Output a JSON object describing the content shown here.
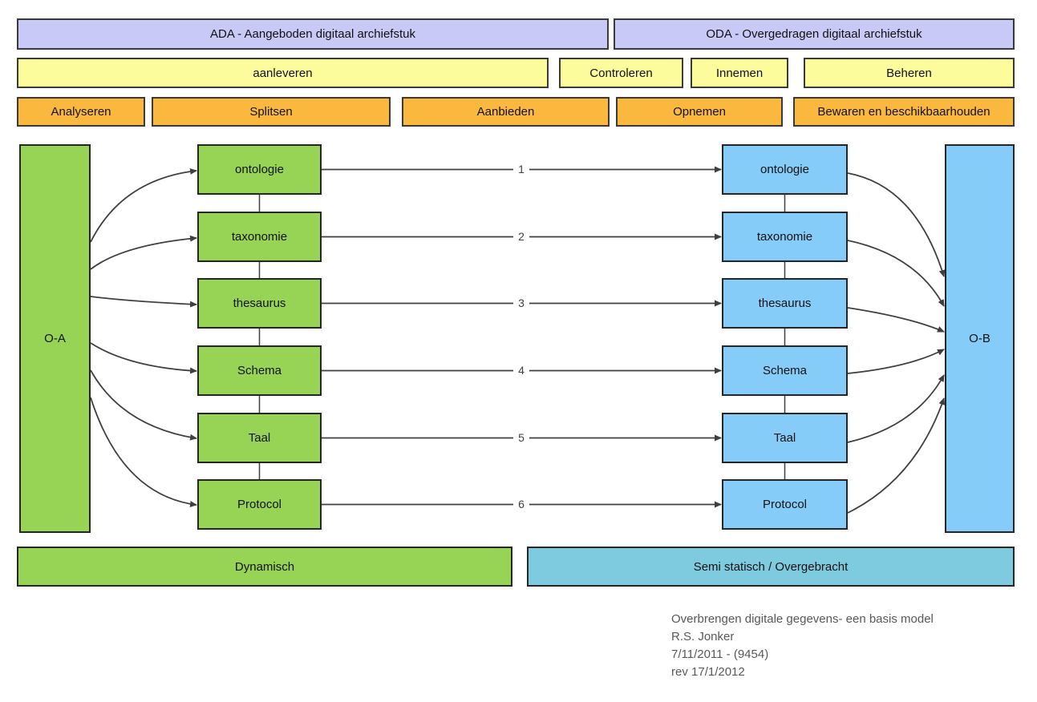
{
  "title_bars": {
    "ada": "ADA - Aangeboden digitaal archiefstuk",
    "oda": "ODA - Overgedragen digitaal archiefstuk"
  },
  "phase_bars": [
    "aanleveren",
    "Controleren",
    "Innemen",
    "Beheren"
  ],
  "activity_bars": [
    "Analyseren",
    "Splitsen",
    "Aanbieden",
    "Opnemen",
    "Bewaren en beschikbaarhouden"
  ],
  "left_column_label": "O-A",
  "right_column_label": "O-B",
  "aspects": [
    "ontologie",
    "taxonomie",
    "thesaurus",
    "Schema",
    "Taal",
    "Protocol"
  ],
  "arrow_numbers": [
    "1",
    "2",
    "3",
    "4",
    "5",
    "6"
  ],
  "bottom_bars": {
    "dynamisch": "Dynamisch",
    "semi_statisch": "Semi statisch / Overgebracht"
  },
  "caption": {
    "line1": "Overbrengen digitale gegevens- een basis model",
    "line2": "R.S. Jonker",
    "line3": "7/11/2011 - (9454)",
    "line4": "rev 17/1/2012"
  },
  "colors": {
    "purple": "#c9c9f8",
    "yellow": "#fcfc9c",
    "orange": "#fbb83f",
    "green": "#97d455",
    "blue": "#85ccf9",
    "teal": "#7ecbdf",
    "line": "#3f3f3f"
  }
}
